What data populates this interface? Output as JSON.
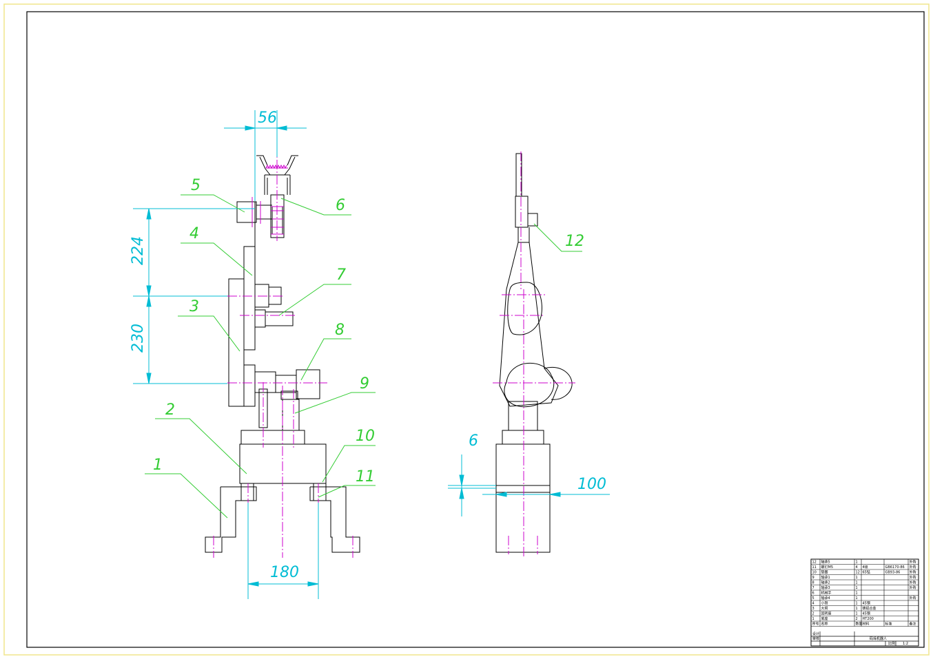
{
  "balloons": [
    "1",
    "2",
    "3",
    "4",
    "5",
    "6",
    "7",
    "8",
    "9",
    "10",
    "11",
    "12"
  ],
  "dimensions": {
    "front": [
      "56",
      "224",
      "230",
      "180"
    ],
    "side": [
      "6",
      "100"
    ]
  },
  "title_block": {
    "parts": [
      {
        "no": "12",
        "name": "轴承5",
        "qty": "1",
        "material": "",
        "standard": "",
        "note": "外购"
      },
      {
        "no": "11",
        "name": "螺钉M5",
        "qty": "4",
        "material": "4级",
        "standard": "GB6170-86",
        "note": "外购"
      },
      {
        "no": "10",
        "name": "垫圈",
        "qty": "12",
        "material": "65锰",
        "standard": "GB93-86",
        "note": "外购"
      },
      {
        "no": "9",
        "name": "轴承1",
        "qty": "1",
        "material": "",
        "standard": "",
        "note": "外购"
      },
      {
        "no": "8",
        "name": "轴承2",
        "qty": "1",
        "material": "",
        "standard": "",
        "note": "外购"
      },
      {
        "no": "7",
        "name": "轴承3",
        "qty": "1",
        "material": "",
        "standard": "",
        "note": "外购"
      },
      {
        "no": "6",
        "name": "机械手",
        "qty": "1",
        "material": "",
        "standard": "",
        "note": ""
      },
      {
        "no": "5",
        "name": "轴承4",
        "qty": "1",
        "material": "",
        "standard": "",
        "note": "外购"
      },
      {
        "no": "4",
        "name": "小臂",
        "qty": "1",
        "material": "45钢",
        "standard": "",
        "note": ""
      },
      {
        "no": "3",
        "name": "大臂",
        "qty": "1",
        "material": "铸铝合金",
        "standard": "",
        "note": ""
      },
      {
        "no": "2",
        "name": "回转座",
        "qty": "1",
        "material": "45钢",
        "standard": "",
        "note": ""
      },
      {
        "no": "1",
        "name": "底座",
        "qty": "2",
        "material": "HT200",
        "standard": "",
        "note": ""
      }
    ],
    "header": {
      "no": "序号",
      "name": "名称",
      "qty": "数量",
      "material": "材料",
      "standard": "标准",
      "note": "备注"
    },
    "design_label": "设计",
    "review_label": "审核",
    "drawing_name": "码垛机器人",
    "scale_label": "比例",
    "scale": "1:2"
  }
}
